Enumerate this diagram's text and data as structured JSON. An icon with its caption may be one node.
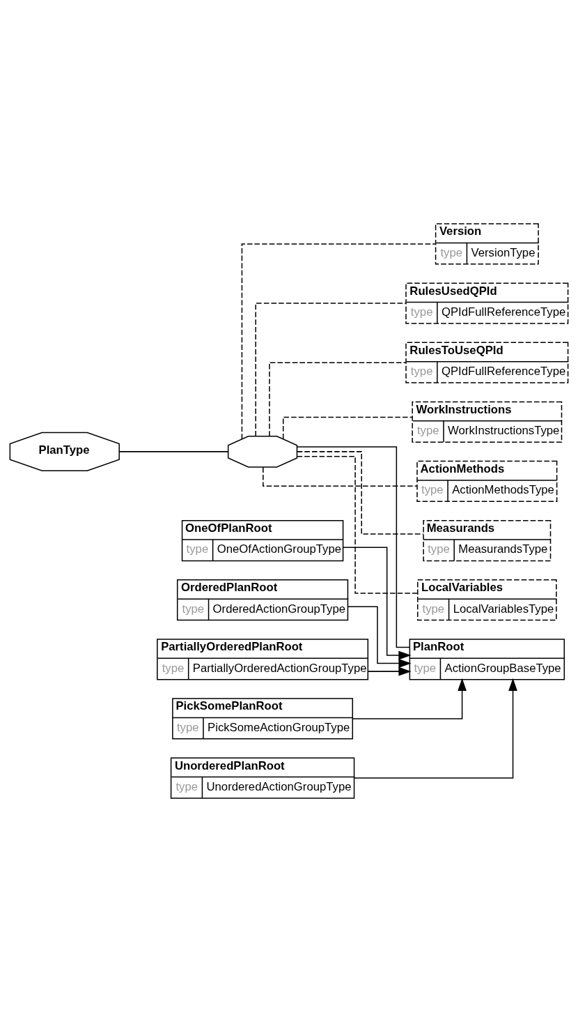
{
  "diagram": {
    "nodes": [
      {
        "text": [
          "PlanType"
        ]
      },
      {
        "text": [],
        "shape": "octagon"
      },
      {
        "text": [
          "Version",
          "type",
          "VersionType"
        ]
      },
      {
        "text": [
          "RulesUsedQPId",
          "type",
          "QPIdFullReferenceType"
        ]
      },
      {
        "text": [
          "RulesToUseQPId",
          "type",
          "QPIdFullReferenceType"
        ]
      },
      {
        "text": [
          "WorkInstructions",
          "type",
          "WorkInstructionsType"
        ]
      },
      {
        "text": [
          "ActionMethods",
          "type",
          "ActionMethodsType"
        ]
      },
      {
        "text": [
          "Measurands",
          "type",
          "MeasurandsType"
        ]
      },
      {
        "text": [
          "LocalVariables",
          "type",
          "LocalVariablesType"
        ]
      },
      {
        "text": [
          "PlanRoot",
          "type",
          "ActionGroupBaseType"
        ]
      },
      {
        "text": [
          "OneOfPlanRoot",
          "type",
          "OneOfActionGroupType"
        ]
      },
      {
        "text": [
          "OrderedPlanRoot",
          "type",
          "OrderedActionGroupType"
        ]
      },
      {
        "text": [
          "PartiallyOrderedPlanRoot",
          "type",
          "PartiallyOrderedActionGroupType"
        ]
      },
      {
        "text": [
          "PickSomePlanRoot",
          "type",
          "PickSomeActionGroupType"
        ]
      },
      {
        "text": [
          "UnorderedPlanRoot",
          "type",
          "UnorderedActionGroupType"
        ]
      }
    ],
    "edges": [
      {
        "from": 0,
        "to": 1,
        "arrow": "none"
      },
      {
        "from": 1,
        "to": 2,
        "arrow": "none",
        "style": "dashed"
      },
      {
        "from": 1,
        "to": 3,
        "arrow": "none",
        "style": "dashed"
      },
      {
        "from": 1,
        "to": 4,
        "arrow": "none",
        "style": "dashed"
      },
      {
        "from": 1,
        "to": 5,
        "arrow": "none",
        "style": "dashed"
      },
      {
        "from": 1,
        "to": 6,
        "arrow": "none",
        "style": "dashed"
      },
      {
        "from": 1,
        "to": 7,
        "arrow": "none",
        "style": "dashed"
      },
      {
        "from": 1,
        "to": 8,
        "arrow": "none",
        "style": "dashed"
      },
      {
        "from": 1,
        "to": 9,
        "arrow": "none"
      },
      {
        "from": 10,
        "to": 9,
        "arrow": "to"
      },
      {
        "from": 11,
        "to": 9,
        "arrow": "to"
      },
      {
        "from": 12,
        "to": 9,
        "arrow": "to"
      },
      {
        "from": 13,
        "to": 9,
        "arrow": "to"
      },
      {
        "from": 14,
        "to": 9,
        "arrow": "to"
      }
    ]
  }
}
